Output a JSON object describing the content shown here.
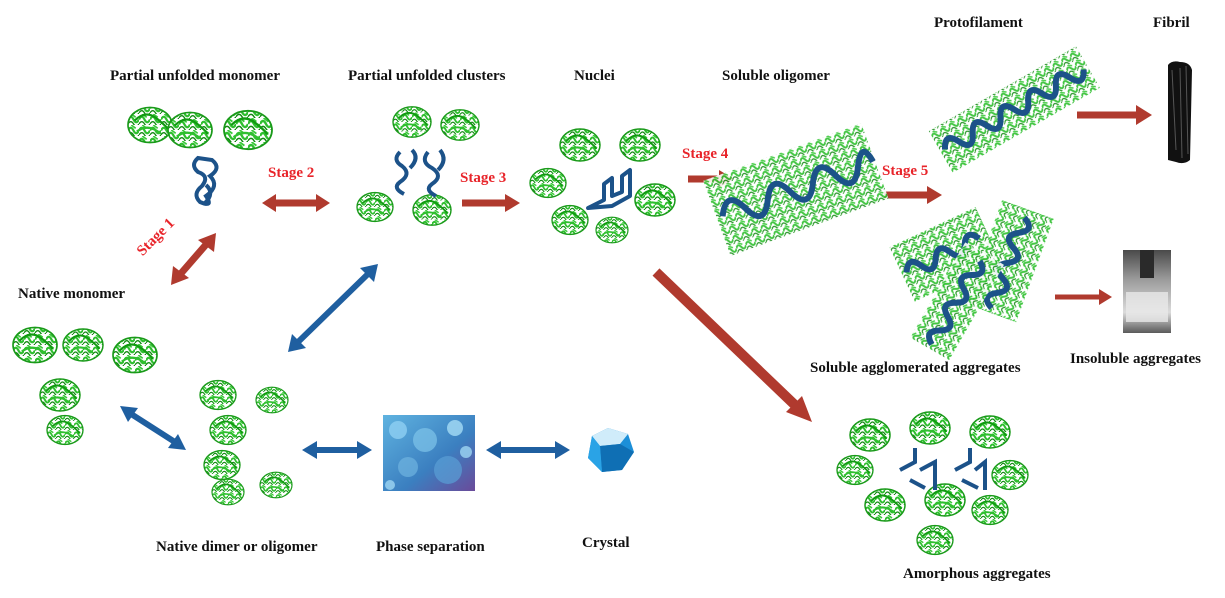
{
  "colors": {
    "stage_text": "#e8242a",
    "red_arrow": "#c0392b",
    "blue_arrow": "#1f5fa0",
    "protein_green": "#2fbf2f",
    "backbone_blue": "#1c5289",
    "phase_blue": "#4a9bd0"
  },
  "labels": {
    "partial_unfolded_monomer": "Partial unfolded monomer",
    "partial_unfolded_clusters": "Partial unfolded clusters",
    "nuclei": "Nuclei",
    "soluble_oligomer": "Soluble oligomer",
    "protofilament": "Protofilament",
    "fibril": "Fibril",
    "native_monomer": "Native monomer",
    "soluble_agglomerated_aggregates": "Soluble agglomerated aggregates",
    "insoluble_aggregates": "Insoluble aggregates",
    "native_dimer_or_oligomer": "Native dimer or oligomer",
    "phase_separation": "Phase separation",
    "crystal": "Crystal",
    "amorphous_aggregates": "Amorphous aggregates"
  },
  "stages": {
    "stage1": "Stage 1",
    "stage2": "Stage 2",
    "stage3": "Stage 3",
    "stage4": "Stage 4",
    "stage5": "Stage 5"
  },
  "icons": [
    "protein-cluster-icon",
    "unfolded-chain-icon",
    "fibril-image",
    "vial-image",
    "phase-separation-image",
    "crystal-icon"
  ]
}
